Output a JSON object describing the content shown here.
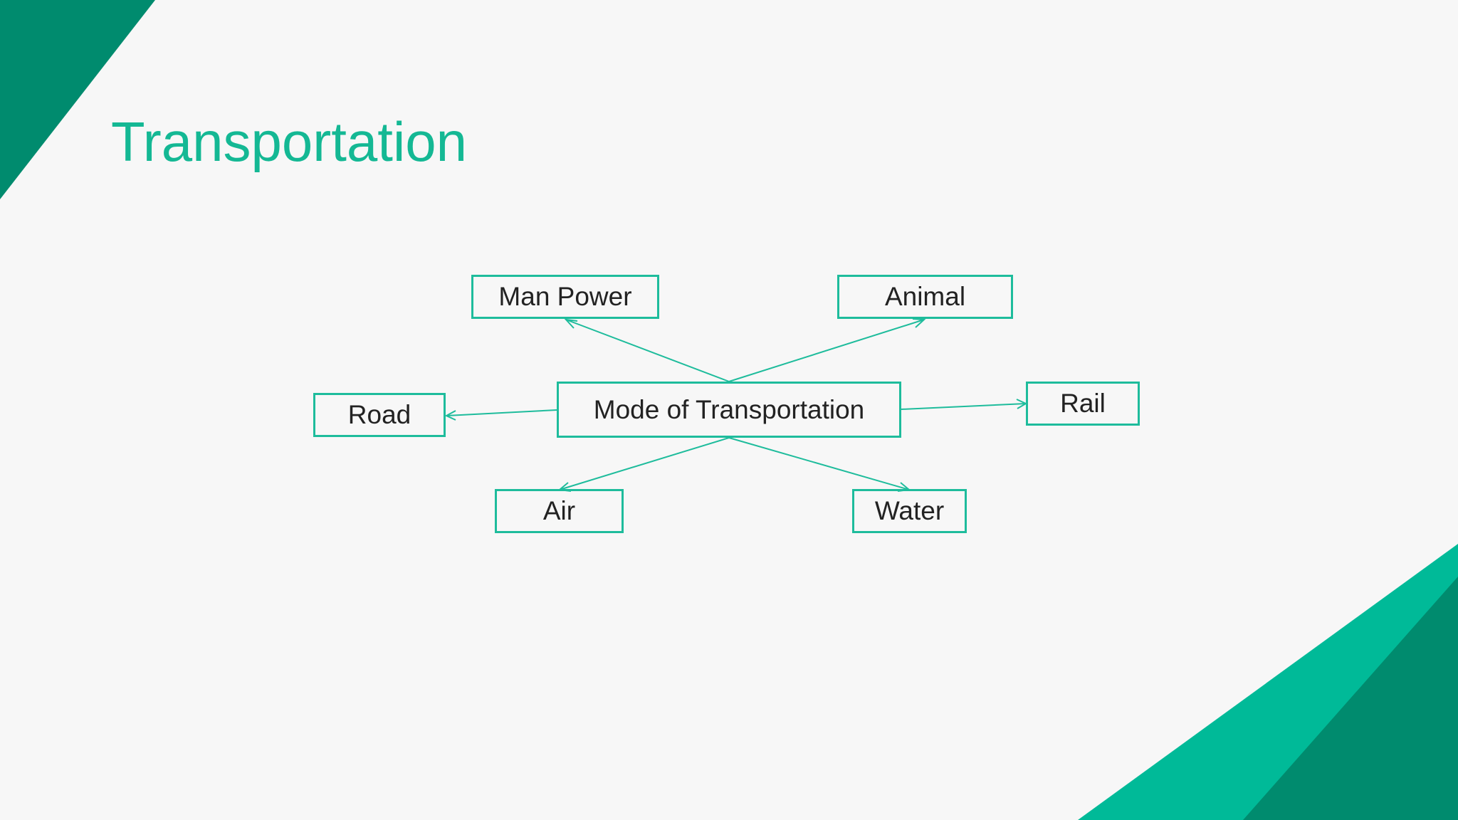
{
  "slide": {
    "title": "Transportation"
  },
  "diagram": {
    "center": "Mode of Transportation",
    "nodes": {
      "man_power": "Man Power",
      "animal": "Animal",
      "road": "Road",
      "rail": "Rail",
      "air": "Air",
      "water": "Water"
    }
  },
  "colors": {
    "accent": "#14b894",
    "accent_dark": "#008b6e",
    "box_border": "#1ebc9c",
    "background": "#f7f7f7",
    "text": "#222222"
  }
}
